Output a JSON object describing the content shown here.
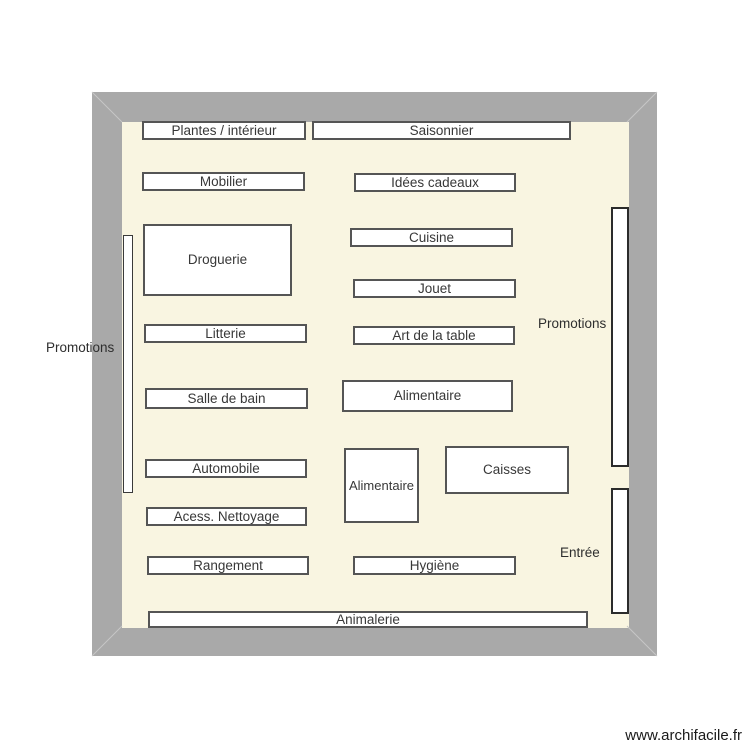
{
  "watermark": "www.archifacile.fr",
  "plan": {
    "rooms": [
      {
        "label": "Plantes / intérieur"
      },
      {
        "label": "Saisonnier"
      },
      {
        "label": "Mobilier"
      },
      {
        "label": "Idées cadeaux"
      },
      {
        "label": "Droguerie"
      },
      {
        "label": "Cuisine"
      },
      {
        "label": "Jouet"
      },
      {
        "label": "Litterie"
      },
      {
        "label": "Art de la table"
      },
      {
        "label": "Salle de bain"
      },
      {
        "label": "Alimentaire"
      },
      {
        "label": "Automobile"
      },
      {
        "label": "Alimentaire"
      },
      {
        "label": "Caisses"
      },
      {
        "label": "Acess. Nettoyage"
      },
      {
        "label": "Rangement"
      },
      {
        "label": "Hygiène"
      },
      {
        "label": "Animalerie"
      }
    ],
    "labels": {
      "promotions_left": "Promotions",
      "promotions_right": "Promotions",
      "entree": "Entrée"
    },
    "colors": {
      "wall": "#a9a9a9",
      "floor": "#f9f5e1",
      "room_border": "#555555",
      "text": "#383838"
    }
  }
}
